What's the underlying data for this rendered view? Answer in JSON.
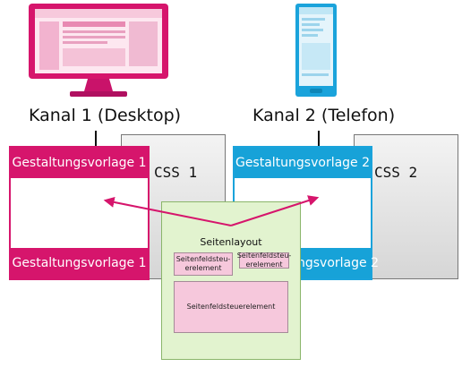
{
  "channels": [
    {
      "label": "Kanal 1 (Desktop)"
    },
    {
      "label": "Kanal 2 (Telefon)"
    }
  ],
  "css_files": [
    {
      "label": "CSS 1"
    },
    {
      "label": "CSS 2"
    }
  ],
  "master_pages": [
    {
      "top_label": "Gestaltungsvorlage 1",
      "bottom_label": "Gestaltungsvorlage 1"
    },
    {
      "top_label": "Gestaltungsvorlage 2",
      "bottom_label": "ngsvorlage 2"
    }
  ],
  "page_layout": {
    "title": "Seitenlayout",
    "controls": [
      {
        "label": "Seitenfeldsteu-erelement"
      },
      {
        "label": "Seitenfeldsteu-erelement"
      },
      {
        "label": "Seitenfeldsteuerelement"
      }
    ]
  },
  "colors": {
    "pink": "#d6156c",
    "blue": "#1aa3db",
    "layout_green": "#e2f3cf",
    "control_pink": "#f6c8dc"
  }
}
